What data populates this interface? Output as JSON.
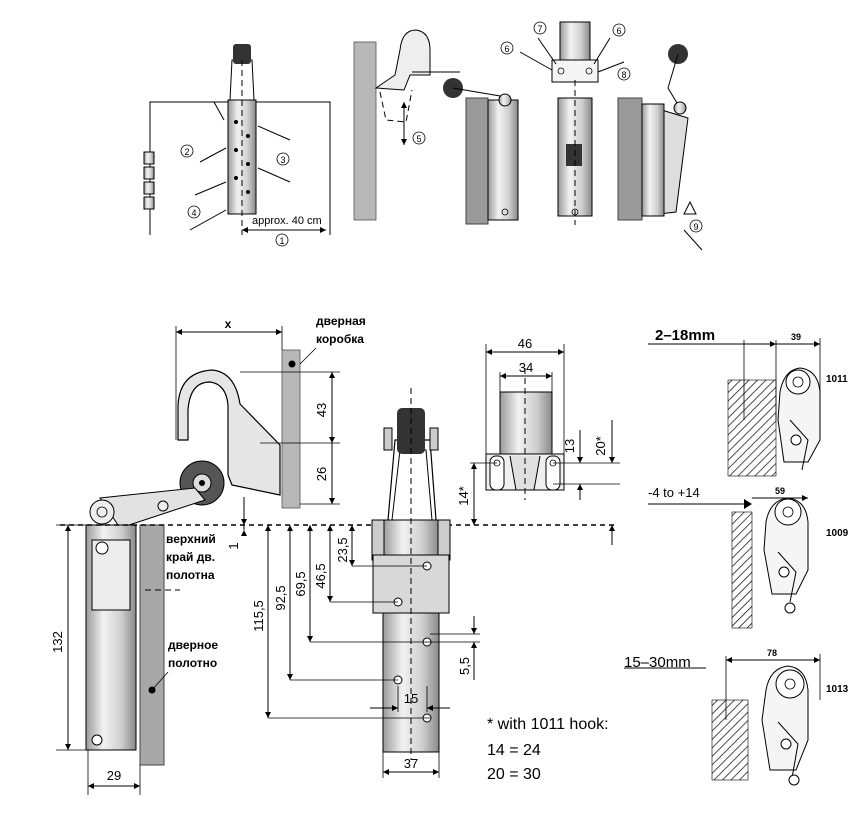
{
  "top_panel": {
    "approx_label": "approx. 40 cm",
    "circled_numbers": [
      "1",
      "2",
      "3",
      "4",
      "5",
      "6",
      "6",
      "7",
      "8",
      "9"
    ]
  },
  "left_drawing": {
    "dim_x": "x",
    "dim_43": "43",
    "dim_26": "26",
    "dim_1": "1",
    "dim_132": "132",
    "dim_29": "29",
    "label_frame_line1": "дверная",
    "label_frame_line2": "коробка",
    "label_edge_line1": "верхний",
    "label_edge_line2": "край дв.",
    "label_edge_line3": "полотна",
    "label_door_line1": "дверное",
    "label_door_line2": "полотно"
  },
  "middle_drawing": {
    "dim_23_5": "23,5",
    "dim_46_5": "46,5",
    "dim_69_5": "69,5",
    "dim_92_5": "92,5",
    "dim_115_5": "115,5",
    "dim_5_5": "5,5",
    "dim_15": "15",
    "dim_37": "37",
    "dim_46": "46",
    "dim_34": "34",
    "dim_13": "13",
    "dim_20star": "20*",
    "dim_14star": "14*"
  },
  "footnote": {
    "line1": "* with 1011 hook:",
    "line2": "14 = 24",
    "line3": "20 = 30"
  },
  "right_panel": {
    "range1": "2–18mm",
    "dim1": "39",
    "model1": "1011",
    "range2": "-4 to +14",
    "dim2": "59",
    "model2": "1009",
    "range3": "15–30mm",
    "dim3": "78",
    "model3": "1013"
  }
}
